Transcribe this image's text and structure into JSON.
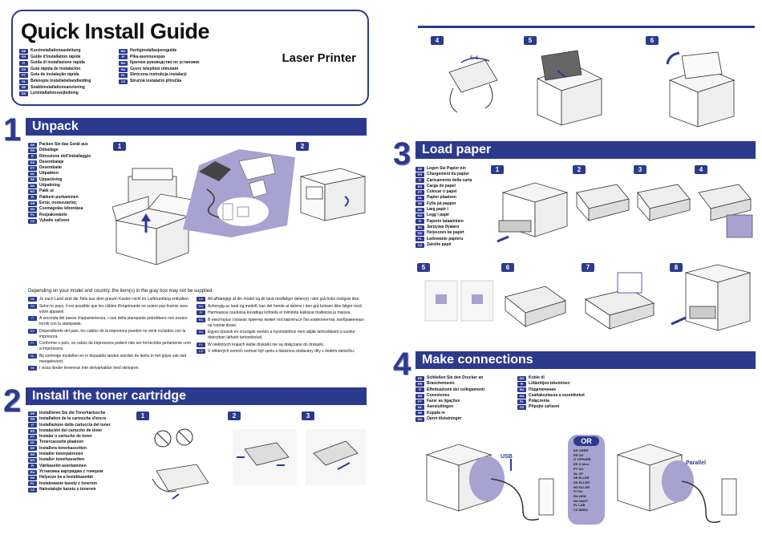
{
  "title": "Quick Install Guide",
  "product": "Laser Printer",
  "languages_col1": [
    {
      "code": "DE",
      "text": "Kurzinstallationsanleitung"
    },
    {
      "code": "FR",
      "text": "Guide d'installation rapide"
    },
    {
      "code": "IT",
      "text": "Guida di installazione rapida"
    },
    {
      "code": "ES",
      "text": "Guía rápida de instalación"
    },
    {
      "code": "PT",
      "text": "Guia de instalação rápida"
    },
    {
      "code": "NL",
      "text": "Beknopte installatiehandleiding"
    },
    {
      "code": "SE",
      "text": "Snabbinstallationsanvisning"
    },
    {
      "code": "DK",
      "text": "Lynintallationsvejledning"
    }
  ],
  "languages_col2": [
    {
      "code": "NO",
      "text": "Hurtiginstallasjonsguide"
    },
    {
      "code": "FI",
      "text": "Pika-asennusopas"
    },
    {
      "code": "RU",
      "text": "Краткое руководство по установке"
    },
    {
      "code": "HU",
      "text": "Gyors telepítési útmutató"
    },
    {
      "code": "PL",
      "text": "Skrócona instrukcja instalacji"
    },
    {
      "code": "CZ",
      "text": "Stručná instalační příručka"
    }
  ],
  "sections": {
    "unpack": {
      "num": "1",
      "title": "Unpack"
    },
    "toner": {
      "num": "2",
      "title": "Install the toner cartridge"
    },
    "paper": {
      "num": "3",
      "title": "Load paper"
    },
    "connect": {
      "num": "4",
      "title": "Make connections"
    }
  },
  "unpack_steps": [
    {
      "code": "DE",
      "text": "Packen Sie das Gerät aus"
    },
    {
      "code": "FR",
      "text": "Déballage"
    },
    {
      "code": "IT",
      "text": "Rimozione dell'imballaggio"
    },
    {
      "code": "ES",
      "text": "Desembalaje"
    },
    {
      "code": "PT",
      "text": "Desembalar"
    },
    {
      "code": "NL",
      "text": "Uitpakken"
    },
    {
      "code": "SE",
      "text": "Uppackning"
    },
    {
      "code": "DK",
      "text": "Udpakning"
    },
    {
      "code": "NO",
      "text": "Pakk ut"
    },
    {
      "code": "FI",
      "text": "Pakkein purkaminen"
    },
    {
      "code": "GR",
      "text": "Εκτύς συσκευασίας"
    },
    {
      "code": "HU",
      "text": "Csomagolás kibontása"
    },
    {
      "code": "PL",
      "text": "Rozpakowanie"
    },
    {
      "code": "CZ",
      "text": "Vybalte zařízení"
    }
  ],
  "unpack_badges": [
    "1",
    "2"
  ],
  "unpack_note": "Depending on your model and country, the item(s) in the gray box may not be supplied.",
  "unpack_notes_left": [
    {
      "code": "DE",
      "text": "Je nach Land sind die Teile aus dem grauen Kasten nicht im Lieferumfang enthalten."
    },
    {
      "code": "FR",
      "text": "Selon le pays, il est possible que les câbles d'imprimante ne soient pas fournis avec votre appareil."
    },
    {
      "code": "IT",
      "text": "A seconda del paese d'appartenenza, i cavi della stampante potrebbero non essere forniti con la stampante."
    },
    {
      "code": "ES",
      "text": "Dependiendo del país, los cables de la impresora pueden no venir incluidos con la impresora."
    },
    {
      "code": "PT",
      "text": "Conforme o país, os cabos da impressora podem não ser fornecidos juntamente com a impressora."
    },
    {
      "code": "NL",
      "text": "Bij sommige modellen en in bepaalde landen worden de items in het grijze vak niet meegeleverd."
    },
    {
      "code": "SE",
      "text": "I vissa länder levereras inte skrivarkablar med skrivaren."
    }
  ],
  "unpack_notes_right": [
    {
      "code": "DK",
      "text": "Alt afhængigt af din model og dit land medfølger delen(e) i den grå boks muligvis ikke."
    },
    {
      "code": "NO",
      "text": "Avhengig av land og modell, kan det hende at delene i den grå boksen ikke følger med."
    },
    {
      "code": "FI",
      "text": "Harmaassa ruudussa kuvattuja kohteita ei toimiteta kaikissa malleissa ja maissa."
    },
    {
      "code": "RU",
      "text": "В некоторых странах принтер может поставляться без компонентов, изображенных на сером фоне."
    },
    {
      "code": "HU",
      "text": "Egyes típusok és országok esetén a nyomtatóhoz nem adják tartozékként a szürke dobozban látható tartozékokat."
    },
    {
      "code": "PL",
      "text": "W niektórych krajach kable drukarki nie są dołączane do drukarki."
    },
    {
      "code": "CZ",
      "text": "V některých zemích nemusí být spolu s tiskárnou dodávány díly v šedém rámečku."
    }
  ],
  "toner_steps": [
    {
      "code": "DE",
      "text": "Installieren Sie die Tonerkartusche"
    },
    {
      "code": "FR",
      "text": "Installation de la cartouche d'encre"
    },
    {
      "code": "IT",
      "text": "Installazione della cartuccia del toner"
    },
    {
      "code": "ES",
      "text": "Instalación del cartucho de tóner"
    },
    {
      "code": "PT",
      "text": "Instalar o cartucho de toner"
    },
    {
      "code": "NL",
      "text": "Tonercassette plaatsen"
    },
    {
      "code": "SE",
      "text": "Installera tonerkassetten"
    },
    {
      "code": "DK",
      "text": "Installer tonerpatronen"
    },
    {
      "code": "NO",
      "text": "Installer tonerkassetten"
    },
    {
      "code": "FI",
      "text": "Värikasetin asentaminen"
    },
    {
      "code": "RU",
      "text": "Установка картриджа с тонером"
    },
    {
      "code": "HU",
      "text": "Helyezze be a festékkazettát"
    },
    {
      "code": "PL",
      "text": "Instalowanie kasety z tonerem"
    },
    {
      "code": "CZ",
      "text": "Nainstalujte kazetu s tonerem"
    }
  ],
  "toner_badges": [
    "1",
    "2",
    "3"
  ],
  "top_badges": [
    "4",
    "5",
    "6"
  ],
  "top_label": "5~6",
  "paper_steps": [
    {
      "code": "DE",
      "text": "Legen Sie Papier ein"
    },
    {
      "code": "FR",
      "text": "Chargement du papier"
    },
    {
      "code": "IT",
      "text": "Caricamento della carta"
    },
    {
      "code": "ES",
      "text": "Carga de papel"
    },
    {
      "code": "PT",
      "text": "Colocar o papel"
    },
    {
      "code": "NL",
      "text": "Papier plaatsen"
    },
    {
      "code": "SE",
      "text": "Fylla på papper"
    },
    {
      "code": "DK",
      "text": "Læg papir i"
    },
    {
      "code": "NO",
      "text": "Legg i papir"
    },
    {
      "code": "FI",
      "text": "Paperin lataaminen"
    },
    {
      "code": "RU",
      "text": "Загрузка бумаги"
    },
    {
      "code": "HU",
      "text": "Helyezzen be papírt"
    },
    {
      "code": "PL",
      "text": "Ładowanie papieru"
    },
    {
      "code": "CZ",
      "text": "Založte papír"
    }
  ],
  "paper_badges_row1": [
    "1",
    "2",
    "3",
    "4"
  ],
  "paper_badges_row2": [
    "5",
    "6",
    "7",
    "8"
  ],
  "connect_steps_left": [
    {
      "code": "DE",
      "text": "Schließen Sie den Drucker an"
    },
    {
      "code": "FR",
      "text": "Branchements"
    },
    {
      "code": "IT",
      "text": "Effettuazione dei collegamenti"
    },
    {
      "code": "ES",
      "text": "Conexiones"
    },
    {
      "code": "PT",
      "text": "Fazer as ligações"
    },
    {
      "code": "NL",
      "text": "Aansluitingen"
    },
    {
      "code": "SE",
      "text": "Koppla in"
    },
    {
      "code": "DK",
      "text": "Opret tilslutninger"
    }
  ],
  "connect_steps_right": [
    {
      "code": "NO",
      "text": "Koble til"
    },
    {
      "code": "FI",
      "text": "Liitäntöjen tekeminen"
    },
    {
      "code": "RU",
      "text": "Подключение"
    },
    {
      "code": "HU",
      "text": "Csatlakoztassa a vezetékeket"
    },
    {
      "code": "PL",
      "text": "Połączenia"
    },
    {
      "code": "CZ",
      "text": "Připojte zařízení"
    }
  ],
  "or_label": "OR",
  "or_list": [
    "DE ODER",
    "FR OU",
    "IT OPPURE",
    "ES O bien",
    "PT OU",
    "NL OF",
    "SE ELLER",
    "DK ELLER",
    "NO ELLER",
    "FI TAI",
    "RU ИЛИ",
    "HU VAGY",
    "PL LUB",
    "CZ NEBO"
  ],
  "usb_label": "USB",
  "parallel_label": "Parallel",
  "colors": {
    "brand": "#2c3a8e",
    "badge_bg": "#a7a2cf"
  }
}
